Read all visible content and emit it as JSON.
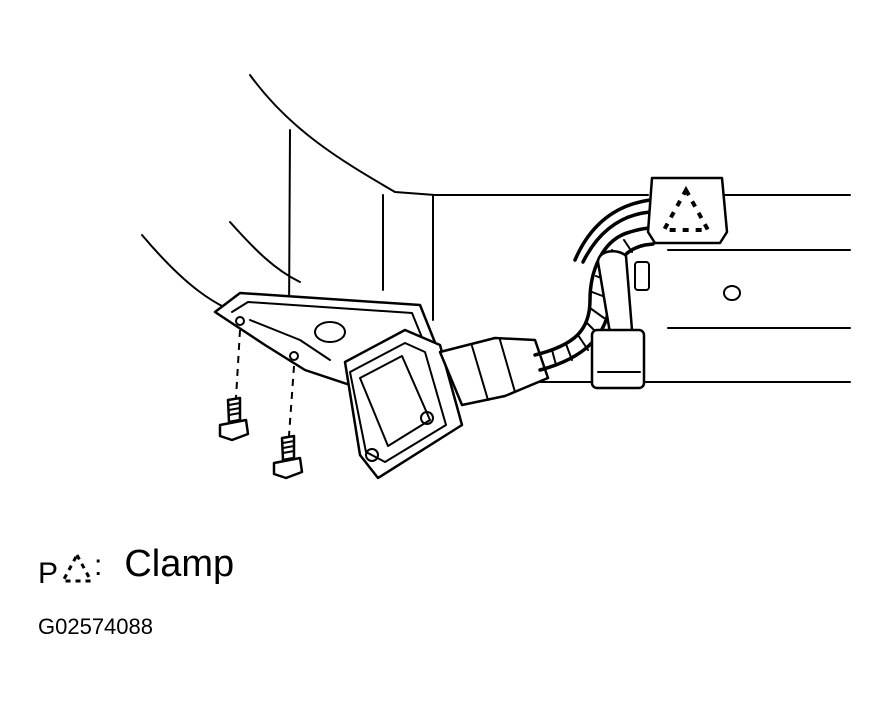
{
  "legend": {
    "prefix": "P",
    "symbol": "dashed-triangle-icon",
    "separator": ":",
    "label": "Clamp"
  },
  "figure_id": "G02574088"
}
